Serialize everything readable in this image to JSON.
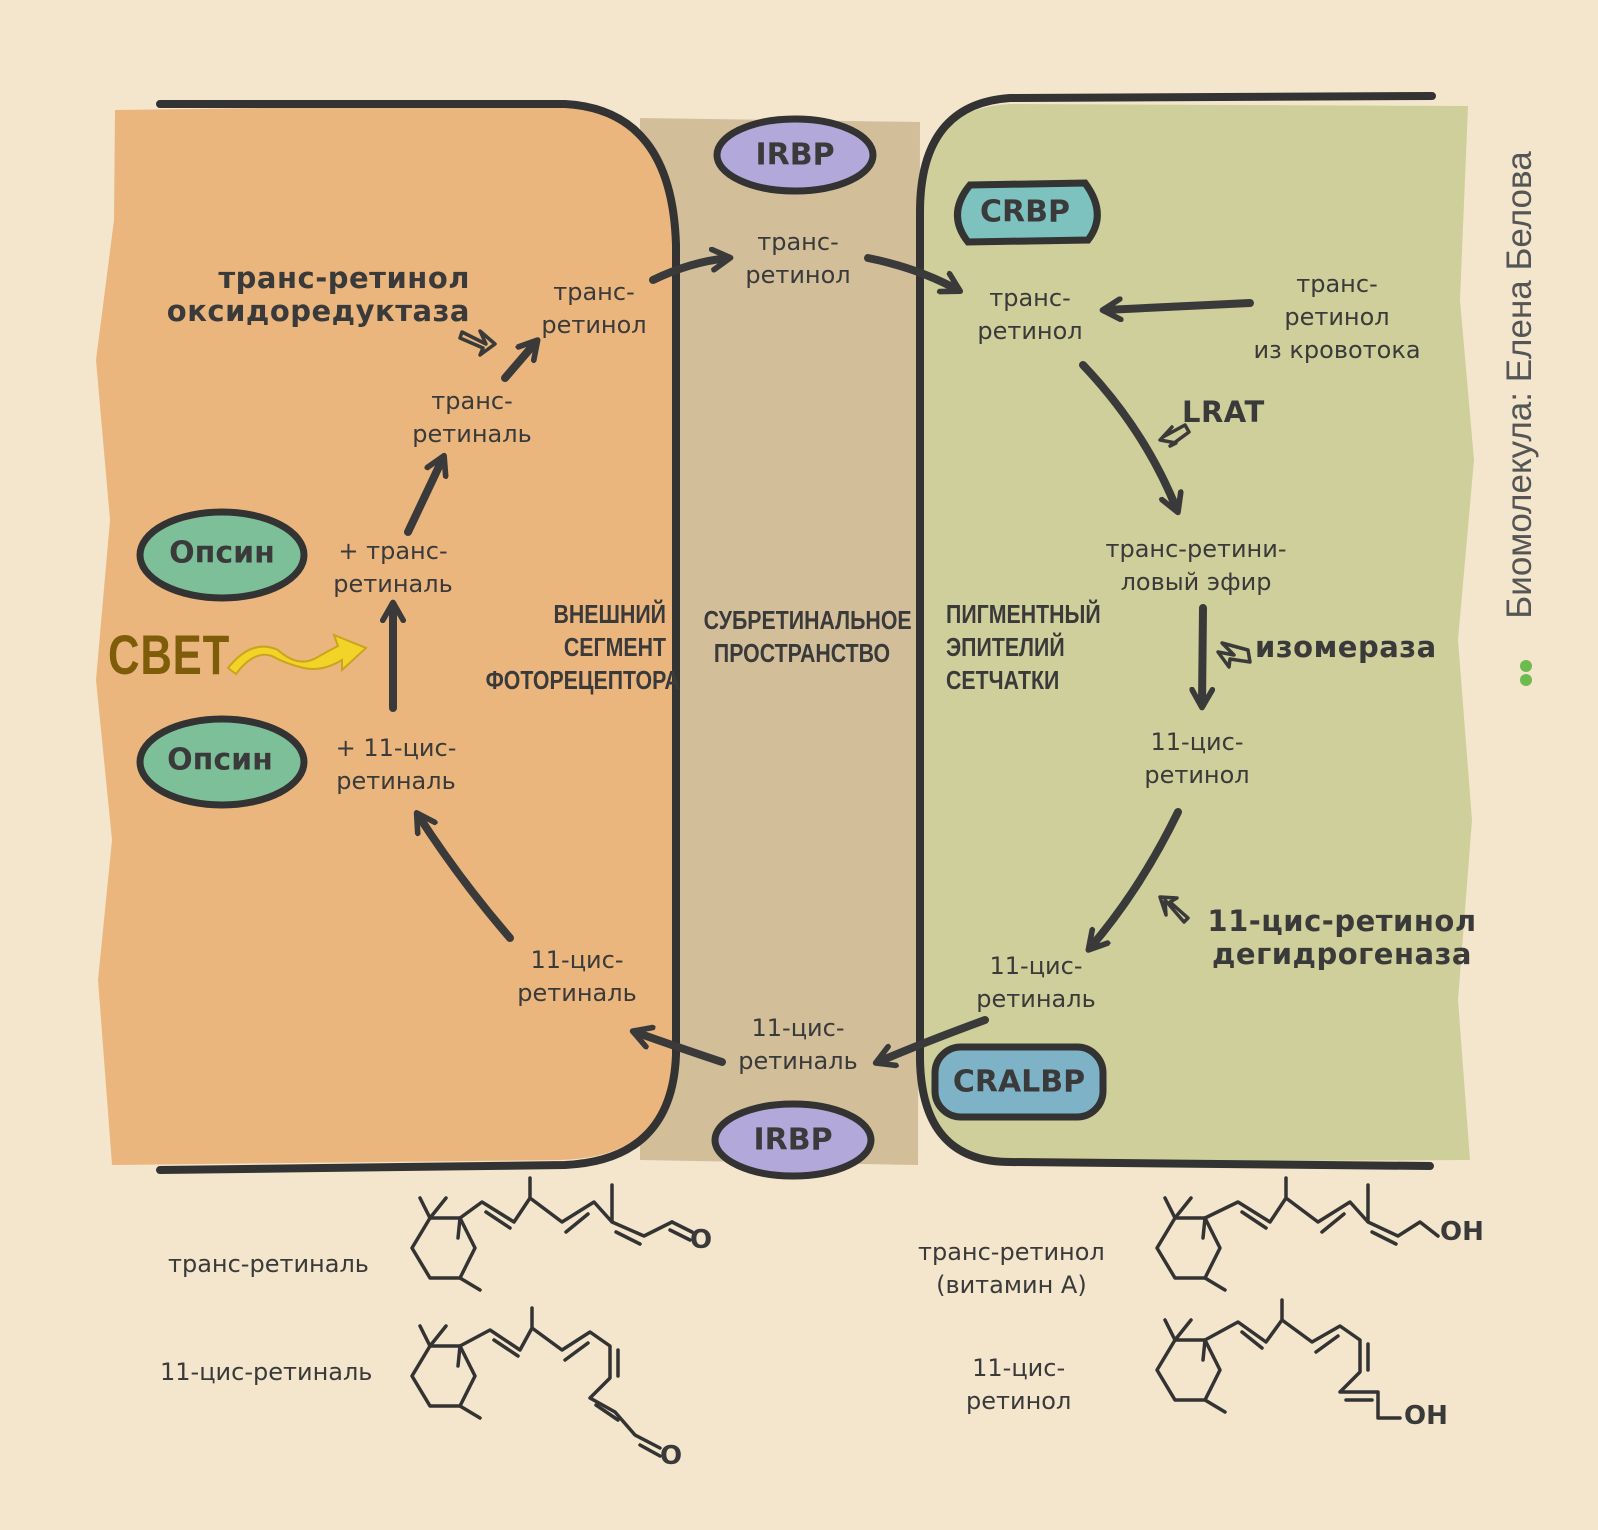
{
  "credit": "Биомолекула: Елена Белова",
  "regions": {
    "photoreceptor": "ВНЕШНИЙ\nСЕГМЕНТ\nФОТОРЕЦЕПТОРА",
    "subretinal": "СУБРЕТИНАЛЬНОЕ\nПРОСТРАНСТВО",
    "rpe": "ПИГМЕНТНЫЙ\nЭПИТЕЛИЙ\nСЕТЧАТКИ"
  },
  "proteins": {
    "irbp_top": "IRBP",
    "irbp_bottom": "IRBP",
    "crbp": "CRBP",
    "cralbp": "CRALBP",
    "opsin1": "Опсин",
    "opsin2": "Опсин"
  },
  "light": "СВЕТ",
  "enzymes": {
    "oxidoreductase": "транс-ретинол\nоксидоредуктаза",
    "lrat": "LRAT",
    "isomerase": "изомераза",
    "dehydrogenase": "11-цис-ретинол\nдегидрогеназа"
  },
  "molecules": {
    "pr_trans_retinol": "транс-\nретинол",
    "pr_trans_retinal": "транс-\nретиналь",
    "pr_plus_trans_retinal": "+ транс-\nретиналь",
    "pr_plus_cis_retinal": "+ 11-цис-\nретиналь",
    "pr_cis_retinal": "11-цис-\nретиналь",
    "sub_trans_retinol": "транс-\nретинол",
    "sub_cis_retinal": "11-цис-\nретиналь",
    "rpe_trans_retinol": "транс-\nретинол",
    "rpe_blood": "транс-\nретинол\nиз кровотока",
    "rpe_ester": "транс-ретини-\nловый эфир",
    "rpe_cis_retinol": "11-цис-\nретинол",
    "rpe_cis_retinal": "11-цис-\nретиналь"
  },
  "structures": {
    "trans_retinal": "транс-ретиналь",
    "cis_retinal": "11-цис-ретиналь",
    "trans_retinol": "транс-ретинол\n(витамин А)",
    "cis_retinol": "11-цис-\nретинол",
    "o1": "O",
    "o2": "O",
    "oh1": "OH",
    "oh2": "OH"
  },
  "colors": {
    "background": "#f3e6cc",
    "photoreceptor": "#ebb67e",
    "subretinal": "#d3be9a",
    "rpe": "#cfcf9b",
    "irbp": "#b3a8da",
    "crbp": "#7ec2c0",
    "cralbp": "#7eb3c7",
    "opsin": "#7dbf98",
    "light_arrow": "#f2d428",
    "ink": "#3a3a3a"
  }
}
